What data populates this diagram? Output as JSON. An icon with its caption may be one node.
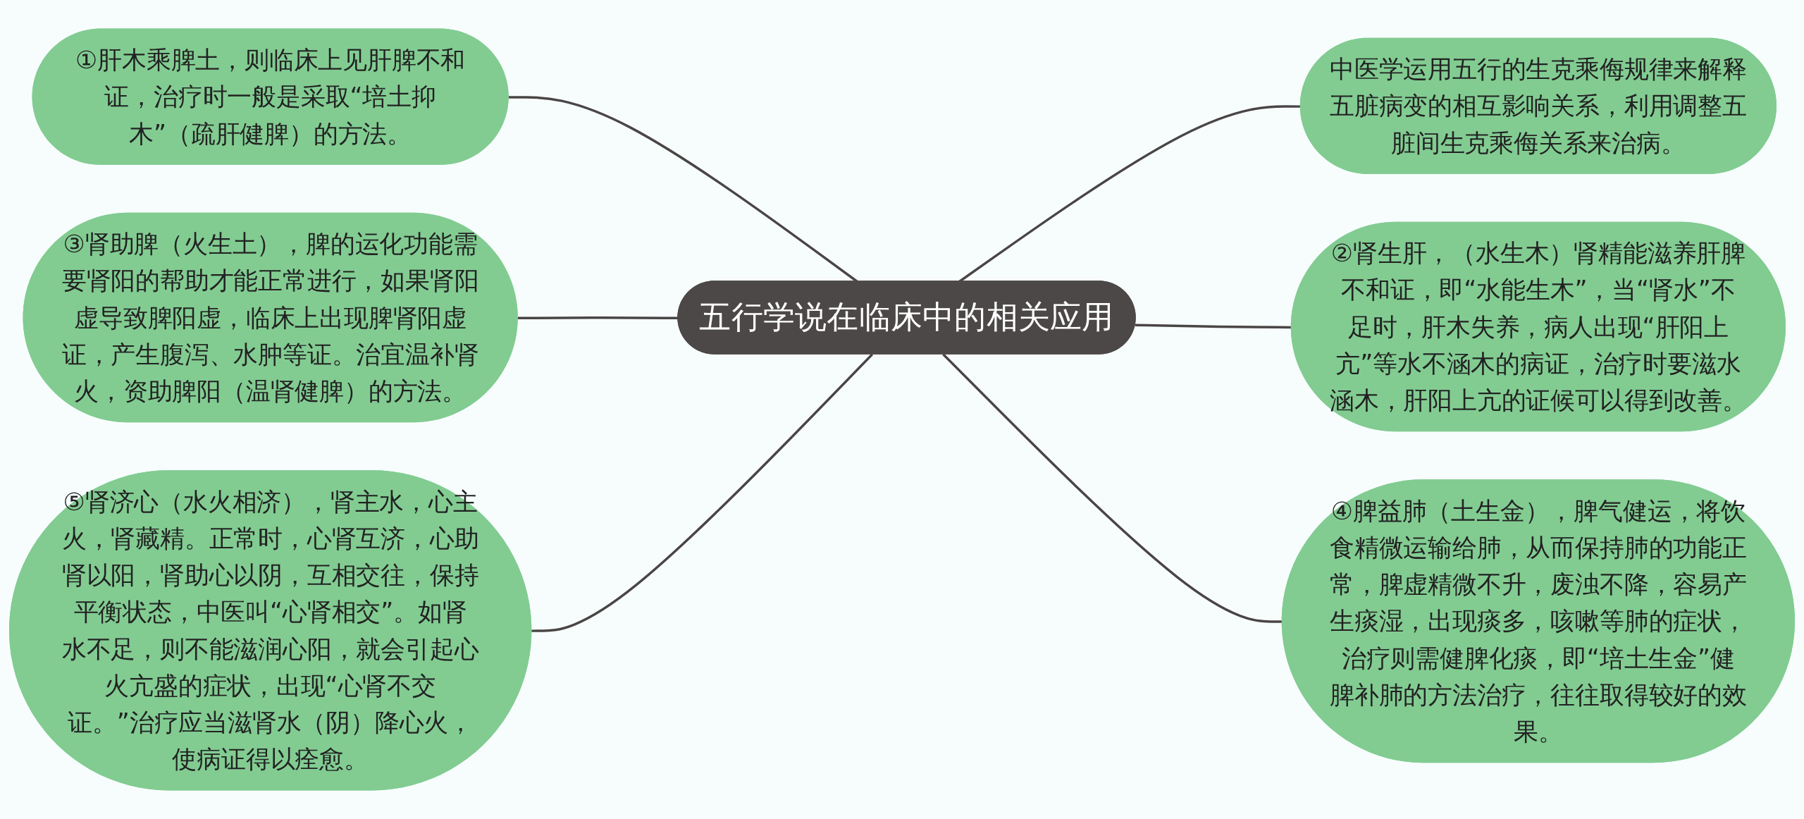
{
  "diagram": {
    "nodes": [
      {
        "text": [
          "五行学说在临床中的相关应用"
        ]
      },
      {
        "text": [
          "中医学运用五行的生克乘侮规律来解释五脏病变的相互影响关系，利用调整五脏间生克乘侮关系来治病。"
        ]
      },
      {
        "text": [
          "①肝木乘脾土，则临床上见肝脾不和证，治疗时一般是采取“培土抑木”（疏肝健脾）的方法。"
        ]
      },
      {
        "text": [
          "②肾生肝，（水生木）肾精能滋养肝脾不和证，即“水能生木”，当“肾水”不足时，肝木失养，病人出现“肝阳上亢”等水不涵木的病证，治疗时要滋水涵木，肝阳上亢的证候可以得到改善。"
        ]
      },
      {
        "text": [
          "③肾助脾（火生土），脾的运化功能需要肾阳的帮助才能正常进行，如果肾阳虚导致脾阳虚，临床上出现脾肾阳虚证，产生腹泻、水肿等证。治宜温补肾火，资助脾阳（温肾健脾）的方法。"
        ]
      },
      {
        "text": [
          "④脾益肺（土生金），脾气健运，将饮食精微运输给肺，从而保持肺的功能正常，脾虚精微不升，废浊不降，容易产生痰湿，出现痰多，咳嗽等肺的症状，治疗则需健脾化痰，即“培土生金”健脾补肺的方法治疗，往往取得较好的效果。"
        ]
      },
      {
        "text": [
          "⑤肾济心（水火相济），肾主水，心主火，肾藏精。正常时，心肾互济，心助肾以阳，肾助心以阴，互相交往，保持平衡状态，中医叫“心肾相交”。如肾水不足，则不能滋润心阳，就会引起心火亢盛的症状，出现“心肾不交证。”治疗应当滋肾水（阴）降心火，使病证得以痊愈。"
        ]
      }
    ],
    "edges": [
      {
        "from": 0,
        "to": 1,
        "arrow": "none"
      },
      {
        "from": 0,
        "to": 2,
        "arrow": "none"
      },
      {
        "from": 0,
        "to": 3,
        "arrow": "none"
      },
      {
        "from": 0,
        "to": 4,
        "arrow": "none"
      },
      {
        "from": 0,
        "to": 5,
        "arrow": "none"
      },
      {
        "from": 0,
        "to": 6,
        "arrow": "none"
      }
    ]
  }
}
